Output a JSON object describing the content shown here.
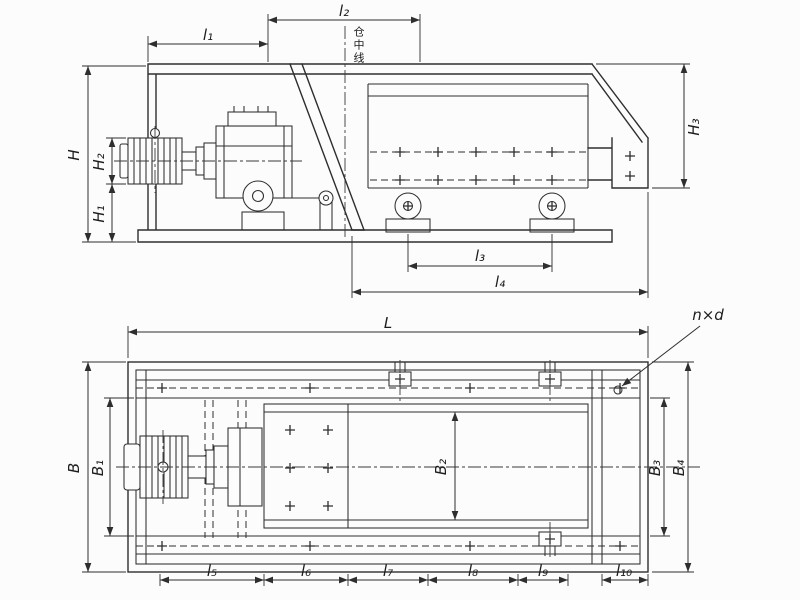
{
  "drawing": {
    "background": "#fcfcfc",
    "line_color": "#2e2e2e",
    "labels": {
      "top_view": {
        "l1": "l₁",
        "l2": "l₂",
        "l3": "l₃",
        "l4": "l₄",
        "H": "H",
        "H1": "H₁",
        "H2": "H₂",
        "H3": "H₃",
        "centerline_note": "仓中线"
      },
      "plan_view": {
        "L": "L",
        "nxd": "n×d",
        "B": "B",
        "B1": "B₁",
        "B2": "B₂",
        "B3": "B₃",
        "B4": "B₄",
        "l5": "l₅",
        "l6": "l₆",
        "l7": "l₇",
        "l8": "l₈",
        "l9": "l₉",
        "l10": "l₁₀"
      }
    }
  }
}
